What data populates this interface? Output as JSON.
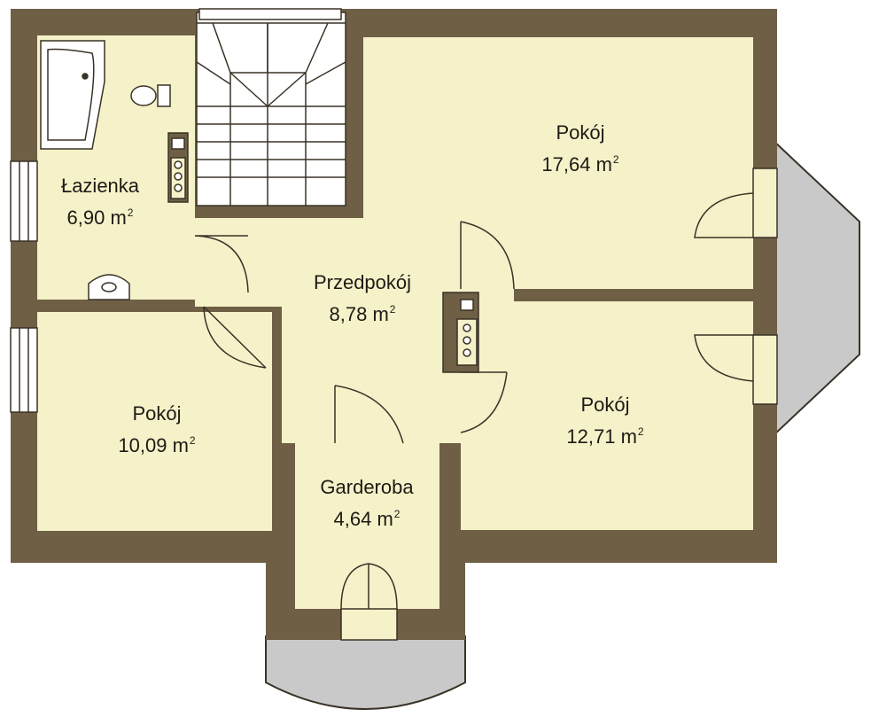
{
  "plan": {
    "colors": {
      "wall": "#6e5f45",
      "floor": "#f5f1c9",
      "balcony": "#c9c9c9",
      "line": "#3a3226",
      "stair": "#ffffff"
    },
    "rooms": [
      {
        "id": "lazienka",
        "name": "Łazienka",
        "area": "6,90 m",
        "unit_exp": "2"
      },
      {
        "id": "pokoj-17",
        "name": "Pokój",
        "area": "17,64 m",
        "unit_exp": "2"
      },
      {
        "id": "przedpokoj",
        "name": "Przedpokój",
        "area": "8,78 m",
        "unit_exp": "2"
      },
      {
        "id": "pokoj-10",
        "name": "Pokój",
        "area": "10,09 m",
        "unit_exp": "2"
      },
      {
        "id": "pokoj-12",
        "name": "Pokój",
        "area": "12,71 m",
        "unit_exp": "2"
      },
      {
        "id": "garderoba",
        "name": "Garderoba",
        "area": "4,64 m",
        "unit_exp": "2"
      }
    ]
  }
}
